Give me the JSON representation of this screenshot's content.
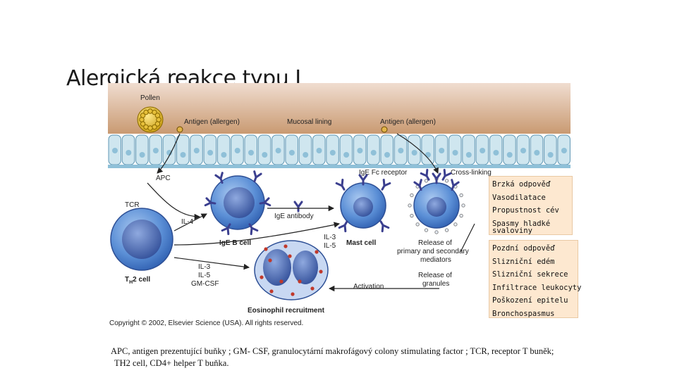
{
  "title": "Alergická reakce typu I",
  "figure": {
    "labels": {
      "pollen": "Pollen",
      "antigen_left": "Antigen (allergen)",
      "mucosal_lining": "Mucosal lining",
      "antigen_right": "Antigen (allergen)",
      "apc": "APC",
      "ige_fc_receptor": "IgE Fc receptor",
      "cross_linking": "Cross-linking",
      "tcr": "TCR",
      "il4": "IL-4",
      "ige_antibody": "IgE antibody",
      "ige_b_cell": "IgE B cell",
      "il3": "IL-3",
      "il5": "IL-5",
      "mast_cell": "Mast cell",
      "release_mediators_1": "Release of",
      "release_mediators_2": "primary and secondary",
      "release_mediators_3": "mediators",
      "th2_cell": "T",
      "th2_sub": "H",
      "th2_rest": "2 cell",
      "il3b": "IL-3",
      "il5b": "IL-5",
      "gmcsf": "GM-CSF",
      "activation": "Activation",
      "release_granules_1": "Release of",
      "release_granules_2": "granules",
      "eosinophil": "Eosinophil recruitment",
      "copyright": "Copyright © 2002, Elsevier Science (USA). All rights reserved."
    }
  },
  "early_response": {
    "items": [
      "Brzká odpověď",
      "Vasodilatace",
      "Propustnost cév",
      "Spasmy hladké",
      "svaloviny"
    ]
  },
  "late_response": {
    "items": [
      "Pozdní odpověď",
      "Slizniční edém",
      "Slizniční sekrece",
      "Infiltrace leukocyty",
      "Poškození epitelu",
      "Bronchospasmus"
    ]
  },
  "footnote": {
    "line1": "APC, antigen prezentující buňky ; GM- CSF, granulocytární makrofágový colony stimulating factor ; TCR, receptor T buněk;",
    "line2": "TH2 cell, CD4+ helper T buňka."
  },
  "colors": {
    "mucosa_top": "#d4a882",
    "epithelium": "#cfe6ef",
    "cell_blue": "#5b8fd6",
    "cell_dark": "#2f4f9e",
    "box_fill": "#fde8d0"
  }
}
